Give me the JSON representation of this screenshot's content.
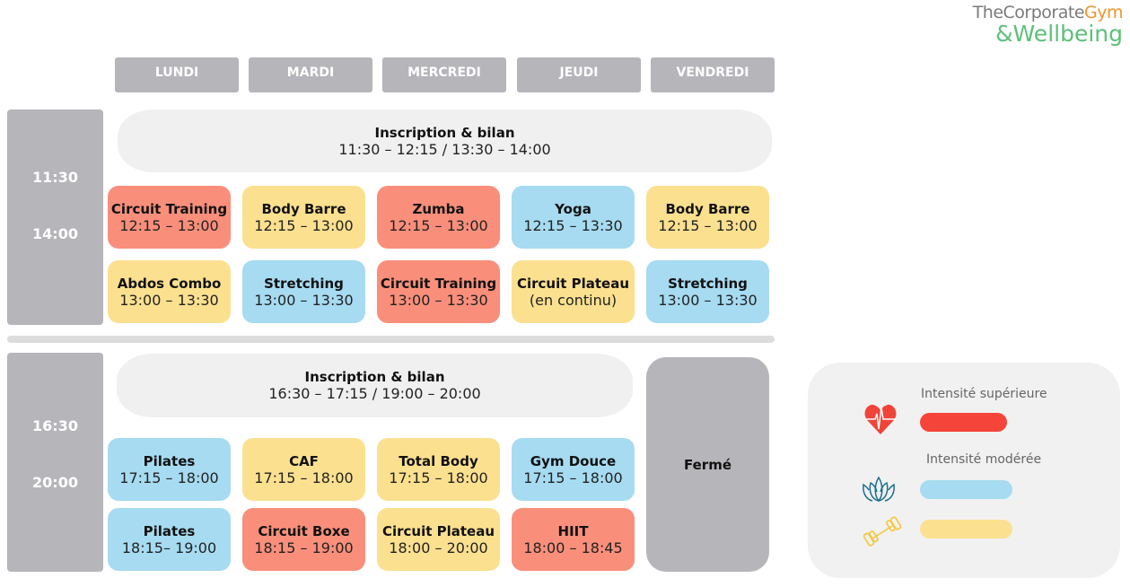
{
  "logo": {
    "line1a": "TheCorporate",
    "line1b": "Gym",
    "line2": "&Wellbeing"
  },
  "days": [
    "LUNDI",
    "MARDI",
    "MERCREDI",
    "JEUDI",
    "VENDREDI"
  ],
  "midday": {
    "times": [
      "11:30",
      "14:00"
    ],
    "inscription": {
      "title": "Inscription & bilan",
      "hours": "11:30 – 12:15 / 13:30 – 14:00"
    },
    "rows": [
      [
        {
          "name": "Circuit Training",
          "hours": "12:15 – 13:00",
          "color": "red"
        },
        {
          "name": "Body Barre",
          "hours": "12:15 – 13:00",
          "color": "yellow"
        },
        {
          "name": "Zumba",
          "hours": "12:15 – 13:00",
          "color": "red"
        },
        {
          "name": "Yoga",
          "hours": "12:15 – 13:30",
          "color": "blue"
        },
        {
          "name": "Body Barre",
          "hours": "12:15 – 13:00",
          "color": "yellow"
        }
      ],
      [
        {
          "name": "Abdos Combo",
          "hours": "13:00 – 13:30",
          "color": "yellow"
        },
        {
          "name": "Stretching",
          "hours": "13:00 – 13:30",
          "color": "blue"
        },
        {
          "name": "Circuit Training",
          "hours": "13:00 – 13:30",
          "color": "red"
        },
        {
          "name": "Circuit Plateau",
          "hours": "(en continu)",
          "color": "yellow"
        },
        {
          "name": "Stretching",
          "hours": "13:00 – 13:30",
          "color": "blue"
        }
      ]
    ]
  },
  "evening": {
    "times": [
      "16:30",
      "20:00"
    ],
    "inscription": {
      "title": "Inscription & bilan",
      "hours": "16:30 – 17:15 / 19:00 – 20:00"
    },
    "closed": "Fermé",
    "rows": [
      [
        {
          "name": "Pilates",
          "hours": "17:15 – 18:00",
          "color": "blue"
        },
        {
          "name": "CAF",
          "hours": "17:15 – 18:00",
          "color": "yellow"
        },
        {
          "name": "Total Body",
          "hours": "17:15 – 18:00",
          "color": "yellow"
        },
        {
          "name": "Gym Douce",
          "hours": "17:15 – 18:00",
          "color": "blue"
        }
      ],
      [
        {
          "name": "Pilates",
          "hours": "18:15– 19:00",
          "color": "blue"
        },
        {
          "name": "Circuit Boxe",
          "hours": "18:15 – 19:00",
          "color": "red"
        },
        {
          "name": "Circuit Plateau",
          "hours": "18:00 – 20:00",
          "color": "yellow"
        },
        {
          "name": "HIIT",
          "hours": "18:00 – 18:45",
          "color": "red"
        }
      ]
    ]
  },
  "legend": {
    "high": "Intensité supérieure",
    "moderate": "Intensité modérée",
    "colors": {
      "high": "#f5443a",
      "blue": "#a6dbf1",
      "yellow": "#fbe08f"
    }
  }
}
